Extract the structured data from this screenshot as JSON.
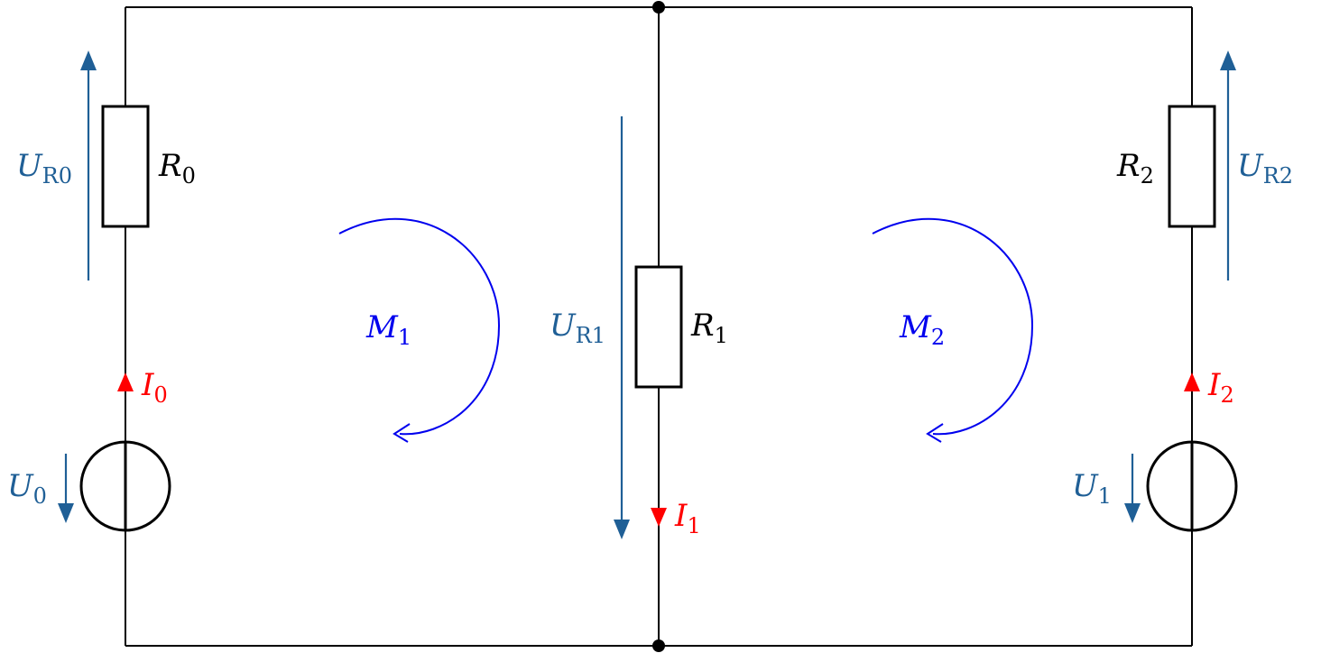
{
  "resistors": {
    "r0": {
      "sym": "R",
      "sub": "0"
    },
    "r1": {
      "sym": "R",
      "sub": "1"
    },
    "r2": {
      "sym": "R",
      "sub": "2"
    }
  },
  "voltages": {
    "ur0": {
      "sym": "U",
      "sub": "R0"
    },
    "ur1": {
      "sym": "U",
      "sub": "R1"
    },
    "ur2": {
      "sym": "U",
      "sub": "R2"
    },
    "u0": {
      "sym": "U",
      "sub": "0"
    },
    "u1": {
      "sym": "U",
      "sub": "1"
    }
  },
  "currents": {
    "i0": {
      "sym": "I",
      "sub": "0"
    },
    "i1": {
      "sym": "I",
      "sub": "1"
    },
    "i2": {
      "sym": "I",
      "sub": "2"
    }
  },
  "meshes": {
    "m1": {
      "sym": "M",
      "sub": "1"
    },
    "m2": {
      "sym": "M",
      "sub": "2"
    }
  },
  "colors": {
    "wire": "#000000",
    "voltage_arrow": "#1f5f96",
    "mesh_arrow": "#0000ee",
    "current_arrow": "#ff0000"
  }
}
